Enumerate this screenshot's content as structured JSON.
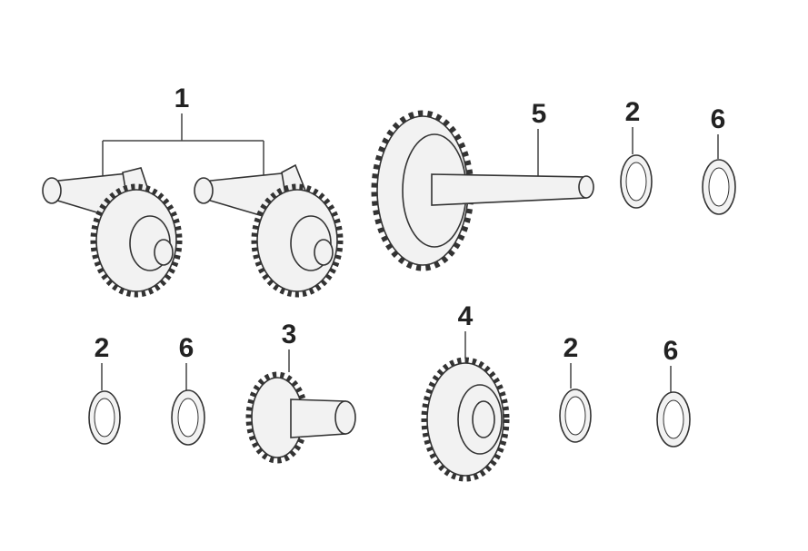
{
  "diagram": {
    "callouts": [
      {
        "id": "c1a",
        "label": "1"
      },
      {
        "id": "c5",
        "label": "5"
      },
      {
        "id": "c2a",
        "label": "2"
      },
      {
        "id": "c6a",
        "label": "6"
      },
      {
        "id": "c2b",
        "label": "2"
      },
      {
        "id": "c6b",
        "label": "6"
      },
      {
        "id": "c3",
        "label": "3"
      },
      {
        "id": "c4",
        "label": "4"
      },
      {
        "id": "c2c",
        "label": "2"
      },
      {
        "id": "c6c",
        "label": "6"
      }
    ]
  }
}
